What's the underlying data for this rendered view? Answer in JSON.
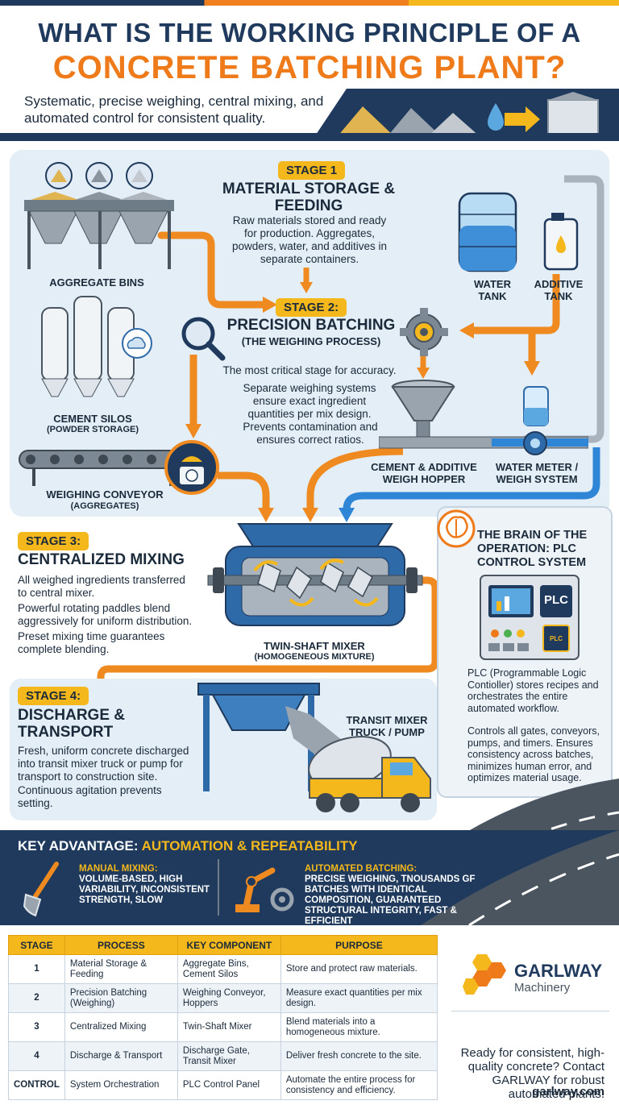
{
  "header": {
    "title_line1": "WHAT IS THE WORKING PRINCIPLE OF A",
    "title_line2": "CONCRETE BATCHING PLANT?",
    "subtitle": "Systematic, precise weighing, central mixing, and automated control for consistent quality."
  },
  "stage1": {
    "tag": "STAGE 1",
    "title": "MATERIAL STORAGE & FEEDING",
    "text": "Raw materials stored and ready for production. Aggregates, powders, water, and additives in separate containers."
  },
  "stage2": {
    "tag": "STAGE 2:",
    "title": "PRECISION BATCHING",
    "subtitle": "(THE WEIGHING PROCESS)",
    "p1": "The most critical stage for accuracy.",
    "p2": "Separate weighing systems ensure exact ingredient quantities per mix design.",
    "p3": "Prevents contamination and ensures correct ratios."
  },
  "stage3": {
    "tag": "STAGE 3:",
    "title": "CENTRALIZED MIXING",
    "p1": "All weighed ingredients transferred to central mixer.",
    "p2": "Powerful rotating paddles blend aggressively for uniform distribution.",
    "p3": "Preset mixing time guarantees complete blending."
  },
  "stage4": {
    "tag": "STAGE 4:",
    "title": "DISCHARGE & TRANSPORT",
    "p1": "Fresh, uniform concrete discharged into transit mixer truck or pump for transport to construction site.",
    "p2": "Continuous agitation prevents setting."
  },
  "labels": {
    "aggregate_bins": "AGGREGATE BINS",
    "water_tank": "WATER TANK",
    "additive_tank": "ADDITIVE TANK",
    "cement_silos": "CEMENT SILOS",
    "powder_storage": "(POWDER STORAGE)",
    "weighing_conveyor": "WEIGHING CONVEYOR",
    "aggregates": "(AGGREGATES)",
    "cement_hopper": "CEMENT & ADDITIVE WEIGH HOPPER",
    "water_meter": "WATER METER / WEIGH SYSTEM",
    "twin_shaft": "TWIN-SHAFT MIXER",
    "homogeneous": "(HOMOGENEOUS MIXTURE)",
    "transit": "TRANSIT MIXER TRUCK / PUMP"
  },
  "plc": {
    "title": "THE BRAIN OF THE OPERATION: PLC CONTROL SYSTEM",
    "screen_label": "PLC",
    "chip_label": "PLC",
    "p1": "PLC (Programmable Logic Contioller) stores recipes and orchestrates the entire automated workflow.",
    "p2": "Controls all gates, conveyors, pumps, and timers. Ensures consistency across batches, minimizes human error, and optimizes material usage."
  },
  "advantage": {
    "title_prefix": "KEY ADVANTAGE: ",
    "title_highlight": "AUTOMATION & REPEATABILITY",
    "manual_head": "MANUAL MIXING:",
    "manual_text": "VOLUME-BASED, HIGH VARIABILITY, INCONSISTENT STRENGTH, SLOW",
    "auto_head": "AUTOMATED BATCHING:",
    "auto_text": "PRECISE WEIGHING, TNOUSANDS GF BATCHES WITH IDENTICAL COMPOSITION, GUARANTEED STRUCTURAL INTEGRITY, FAST & EFFICIENT"
  },
  "table": {
    "headers": [
      "STAGE",
      "PROCESS",
      "KEY COMPONENT",
      "PURPOSE"
    ],
    "rows": [
      [
        "1",
        "Material Storage & Feeding",
        "Aggregate Bins, Cement Silos",
        "Store and protect raw materials."
      ],
      [
        "2",
        "Precision Batching (Weighing)",
        "Weighing Conveyor, Hoppers",
        "Measure exact quantities per mix design."
      ],
      [
        "3",
        "Centralized Mixing",
        "Twin-Shaft Mixer",
        "Blend materials into a homogeneous mixture."
      ],
      [
        "4",
        "Discharge & Transport",
        "Discharge Gate, Transit Mixer",
        "Deliver fresh concrete to the site."
      ],
      [
        "CONTROL",
        "System Orchestration",
        "PLC Control Panel",
        "Automate the entire process for consistency and efficiency."
      ]
    ]
  },
  "brand": {
    "name": "GARLWAY",
    "sub": "Machinery",
    "cta": "Ready for consistent, high-quality concrete? Contact GARLWAY for robust automated plants.",
    "url": "garlway.com"
  },
  "colors": {
    "navy": "#1f3a5c",
    "orange": "#ef7a1a",
    "yellow": "#f4b81c",
    "steel": "#2e6aa8",
    "panel": "#e3eef7"
  }
}
